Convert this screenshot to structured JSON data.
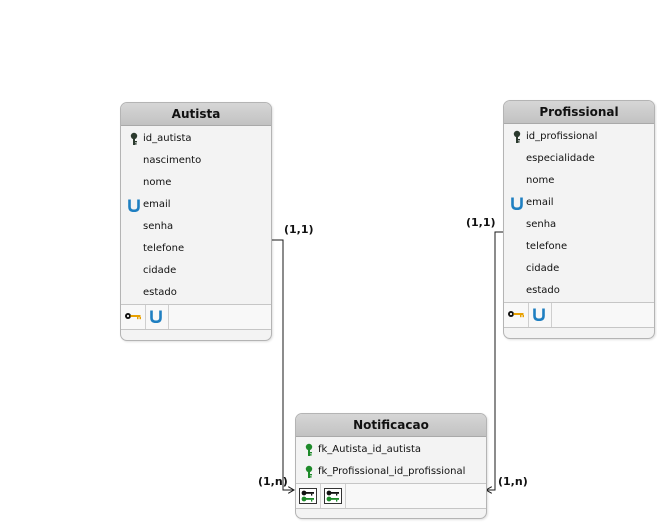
{
  "entities": {
    "autista": {
      "title": "Autista",
      "attributes": [
        {
          "name": "id_autista",
          "icon": "primary-key-icon"
        },
        {
          "name": "nascimento",
          "icon": ""
        },
        {
          "name": "nome",
          "icon": ""
        },
        {
          "name": "email",
          "icon": "unique-constraint-icon"
        },
        {
          "name": "senha",
          "icon": ""
        },
        {
          "name": "telefone",
          "icon": ""
        },
        {
          "name": "cidade",
          "icon": ""
        },
        {
          "name": "estado",
          "icon": ""
        }
      ],
      "index_icons": [
        "primary-key-index-icon",
        "unique-index-icon"
      ]
    },
    "profissional": {
      "title": "Profissional",
      "attributes": [
        {
          "name": "id_profissional",
          "icon": "primary-key-icon"
        },
        {
          "name": "especialidade",
          "icon": ""
        },
        {
          "name": "nome",
          "icon": ""
        },
        {
          "name": "email",
          "icon": "unique-constraint-icon"
        },
        {
          "name": "senha",
          "icon": ""
        },
        {
          "name": "telefone",
          "icon": ""
        },
        {
          "name": "cidade",
          "icon": ""
        },
        {
          "name": "estado",
          "icon": ""
        }
      ],
      "index_icons": [
        "primary-key-index-icon",
        "unique-index-icon"
      ]
    },
    "notificacao": {
      "title": "Notificacao",
      "attributes": [
        {
          "name": "fk_Autista_id_autista",
          "icon": "foreign-key-icon"
        },
        {
          "name": "fk_Profissional_id_profissional",
          "icon": "foreign-key-icon"
        }
      ],
      "index_icons": [
        "foreign-key-index-icon",
        "foreign-key-index-icon"
      ]
    }
  },
  "relationships": [
    {
      "from": "Autista",
      "to": "Notificacao",
      "from_cardinality": "(1,1)",
      "to_cardinality": "(1,n)"
    },
    {
      "from": "Profissional",
      "to": "Notificacao",
      "from_cardinality": "(1,1)",
      "to_cardinality": "(1,n)"
    }
  ],
  "colors": {
    "title_bar": "#c8c8c8",
    "entity_body": "#f3f3f3",
    "connector": "#1a1a1a",
    "primary_key": "#2b3a2e",
    "foreign_key": "#1e8a2a",
    "unique": "#1f7fc1",
    "index_key_bit": "#e8a000"
  }
}
